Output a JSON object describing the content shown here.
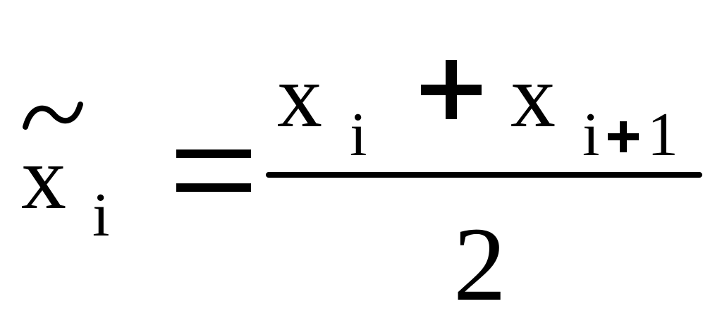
{
  "formula": {
    "lhs": {
      "variable": "x",
      "accent_icon": "tilde-icon",
      "subscript": "i"
    },
    "relation": "=",
    "fraction": {
      "numerator": {
        "term1": {
          "variable": "x",
          "subscript": "i"
        },
        "operator": "+",
        "term2": {
          "variable": "x",
          "subscript_index": "i",
          "subscript_operator": "+",
          "subscript_constant": "1"
        }
      },
      "denominator": "2"
    },
    "text_color": "#000000",
    "background_color": "#ffffff"
  }
}
